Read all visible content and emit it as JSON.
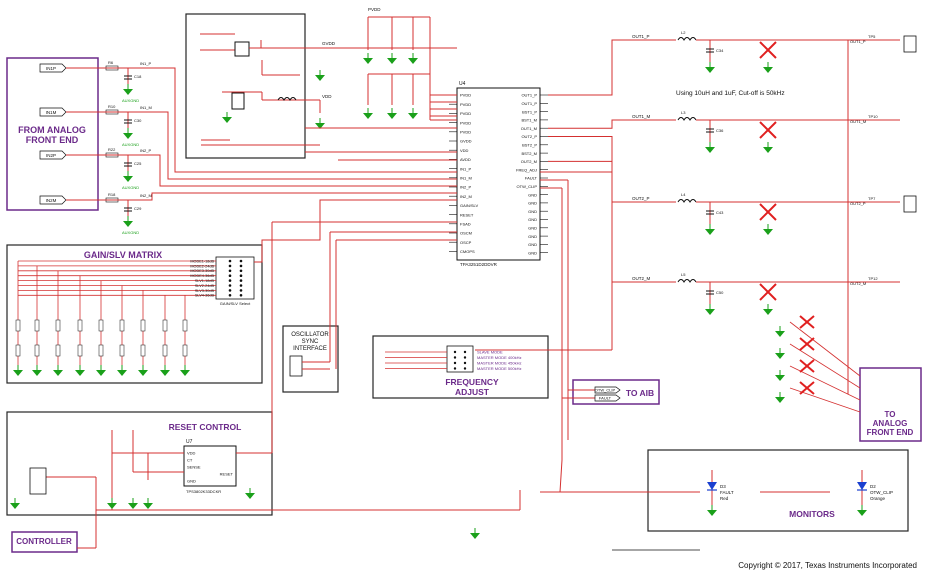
{
  "blocks": {
    "analog_in": {
      "title_line1": "FROM ANALOG",
      "title_line2": "FRONT END"
    },
    "gain_matrix": {
      "title": "GAIN/SLV MATRIX"
    },
    "oscillator": {
      "title_line1": "OSCILLATOR",
      "title_line2": "SYNC",
      "title_line3": "INTERFACE"
    },
    "frequency": {
      "title_line1": "FREQUENCY",
      "title_line2": "ADJUST"
    },
    "reset": {
      "title": "RESET CONTROL"
    },
    "monitors": {
      "title": "MONITORS"
    },
    "controller": {
      "title": "CONTROLLER"
    },
    "to_aib": {
      "title": "TO AIB"
    },
    "analog_out": {
      "title_line1": "TO",
      "title_line2": "ANALOG",
      "title_line3": "FRONT END"
    }
  },
  "notes": {
    "filter": "Using 10uH and 1uF, Cut-off is 50kHz",
    "copyright": "Copyright © 2017, Texas Instruments Incorporated"
  },
  "ic_main": {
    "ref": "U4",
    "part": "TPA3251D2DDVR",
    "left_pins": [
      "PVDD",
      "PVDD",
      "PVDD",
      "PVDD",
      "PVDD",
      "GVDD",
      "VDD",
      "AVDD",
      "IN1_P",
      "IN1_M",
      "IN2_P",
      "IN2_M",
      "GAIN/SLV",
      "RESET",
      "FSAD",
      "OSCM",
      "OSCP",
      "CMOPS"
    ],
    "right_pins": [
      "OUT1_P",
      "OUT1_P",
      "BST1_P",
      "BST1_M",
      "OUT1_M",
      "OUT2_P",
      "BST2_P",
      "BST2_M",
      "OUT2_M",
      "FREQ_ADJ",
      "FAULT",
      "OTW_CLIP",
      "GND",
      "GND",
      "GND",
      "GND",
      "GND",
      "GND",
      "GND",
      "GND"
    ]
  },
  "ic_reset": {
    "ref": "U7",
    "part": "TPS3802K33DCKR",
    "pins": [
      "VDD",
      "CT",
      "SENSE",
      "RESET",
      "GND"
    ]
  },
  "inputs": [
    {
      "port": "IN1P",
      "net": "IN1_P",
      "res": "R6",
      "cap": "C18"
    },
    {
      "port": "IN1M",
      "net": "IN1_M",
      "res": "R10",
      "cap": "C30"
    },
    {
      "port": "IN2P",
      "net": "IN2_P",
      "res": "R22",
      "cap": "C25"
    },
    {
      "port": "IN2M",
      "net": "IN2_M",
      "res": "R18",
      "cap": "C29"
    }
  ],
  "gain_rows": [
    "MODE1-18dB",
    "MODE2-24dB",
    "MODE3-30dB",
    "MODE4-36dB",
    "SLV1-18dB",
    "SLV2-24dB",
    "SLV3-30dB",
    "SLV4-36dB"
  ],
  "gain_header": "GAIN/SLV Select",
  "outputs": [
    {
      "net": "OUT1_P",
      "ind": "L2",
      "cap": "C34",
      "tp": "TP5"
    },
    {
      "net": "OUT1_M",
      "ind": "L3",
      "cap": "C36",
      "tp": "TP10"
    },
    {
      "net": "OUT2_P",
      "ind": "L4",
      "cap": "C43",
      "tp": "TP7"
    },
    {
      "net": "OUT2_M",
      "ind": "L5",
      "cap": "C50",
      "tp": "TP12"
    }
  ],
  "freq_modes": [
    "SLAVE MODE",
    "MASTER MODE 400kHz",
    "MASTER MODE 450kHz",
    "MASTER MODE 500kHz"
  ],
  "aib_nets": [
    "OTW_CLIP",
    "FAULT"
  ],
  "monitor_leds": [
    {
      "ref": "D3",
      "label": "FAULT",
      "color": "Red"
    },
    {
      "ref": "D2",
      "label": "OTW_CLIP",
      "color": "Orange"
    }
  ],
  "supply_labels": {
    "pvdd": "PVDD",
    "gvdd": "GVDD",
    "vdd": "VDD",
    "aux": "AUXGND",
    "gnd": "GND"
  },
  "colors": {
    "wire": "#d43030",
    "box": "#262626",
    "purple": "#6b2a8a",
    "green": "#1aa01a",
    "text": "#111111"
  }
}
